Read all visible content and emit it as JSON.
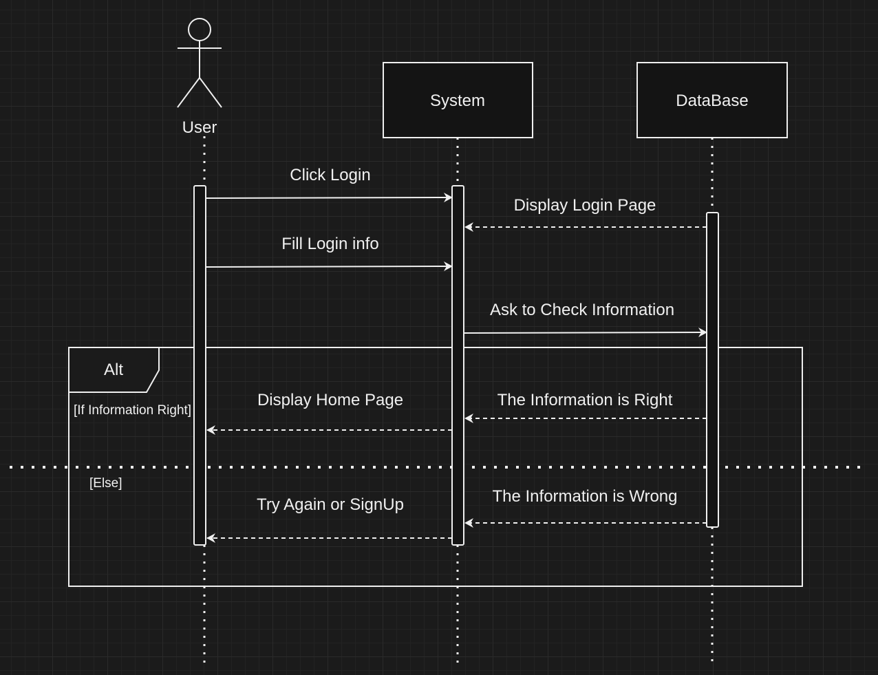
{
  "colors": {
    "background": "#1b1b1b",
    "stroke": "#f0f0f0",
    "fill": "#141414"
  },
  "participants": {
    "user": {
      "label": "User",
      "icon": "actor-stick-figure-icon"
    },
    "system": {
      "label": "System"
    },
    "database": {
      "label": "DataBase"
    }
  },
  "messages": {
    "click_login": {
      "label": "Click Login",
      "from": "User",
      "to": "System",
      "style": "solid"
    },
    "display_login_page": {
      "label": "Display Login Page",
      "from": "DataBase",
      "to": "System",
      "style": "dashed"
    },
    "fill_login_info": {
      "label": "Fill Login info",
      "from": "User",
      "to": "System",
      "style": "solid"
    },
    "ask_check": {
      "label": "Ask to Check Information",
      "from": "System",
      "to": "DataBase",
      "style": "solid"
    },
    "info_right": {
      "label": "The Information is Right",
      "from": "DataBase",
      "to": "System",
      "style": "dashed"
    },
    "display_home": {
      "label": "Display Home Page",
      "from": "System",
      "to": "User",
      "style": "dashed"
    },
    "info_wrong": {
      "label": "The Information is Wrong",
      "from": "DataBase",
      "to": "System",
      "style": "dashed"
    },
    "try_again": {
      "label": "Try Again or SignUp",
      "from": "System",
      "to": "User",
      "style": "dashed"
    }
  },
  "fragment": {
    "operator": "Alt",
    "guard_if": "[If Information Right]",
    "guard_else": "[Else]"
  }
}
